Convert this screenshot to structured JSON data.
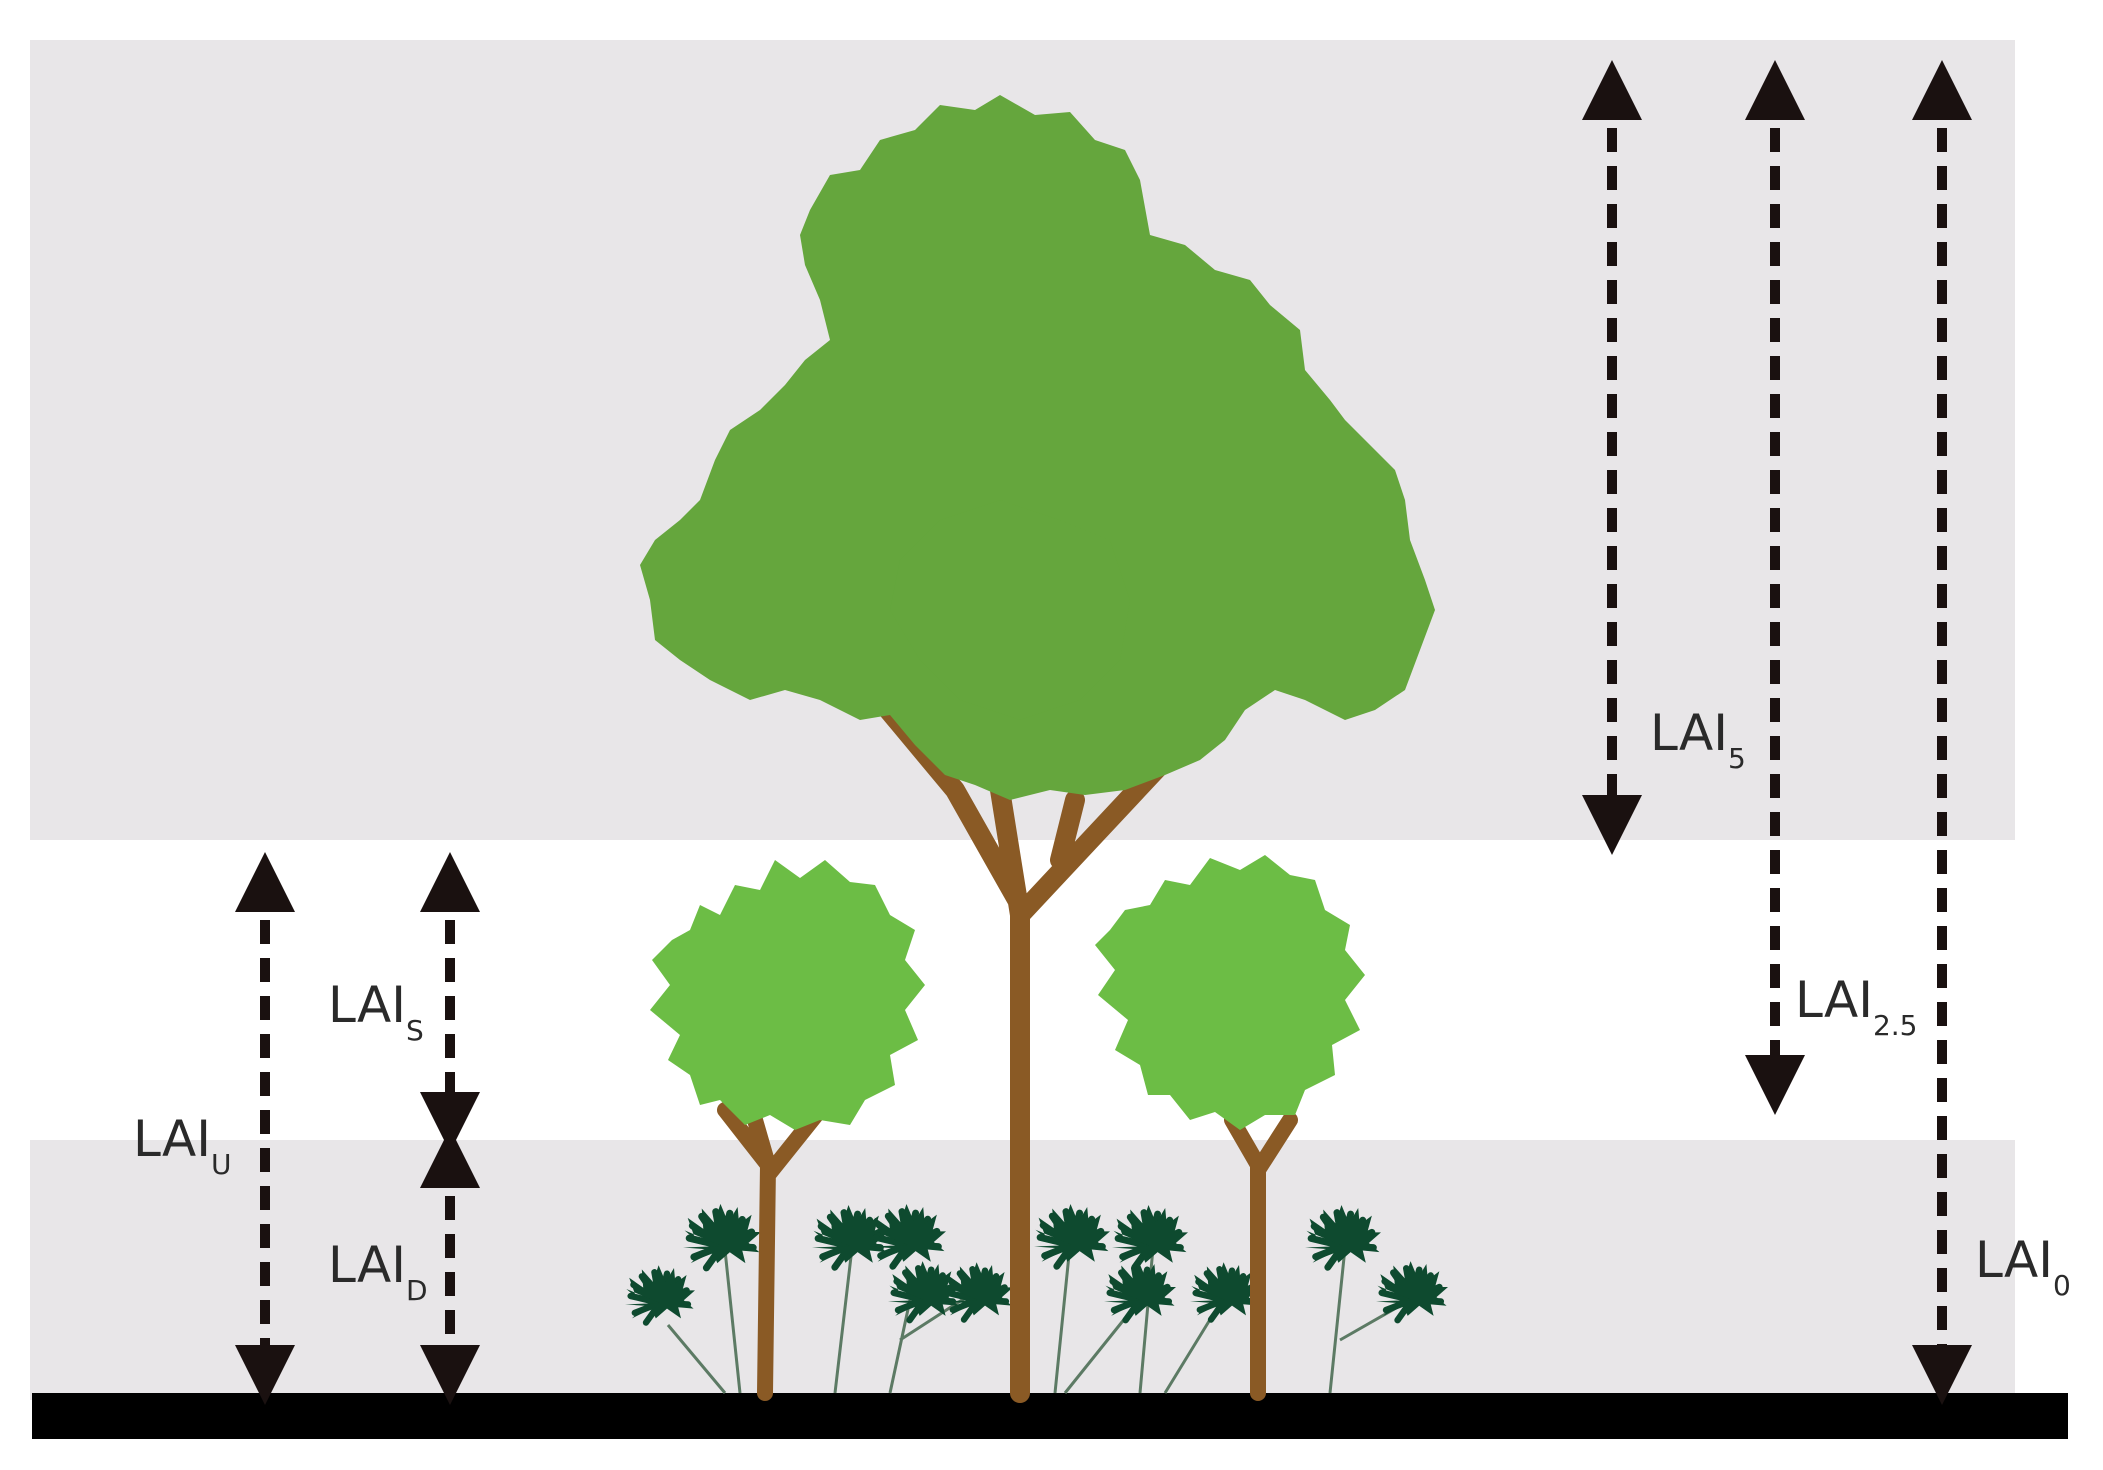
{
  "colors": {
    "background": "#ffffff",
    "layer_band": "#e8e6e8",
    "ground": "#000000",
    "arrow": "#1a1110",
    "canopy_dark": "#65a63d",
    "canopy_light": "#6cbd45",
    "trunk": "#8a5a25",
    "fern": "#0e4a2f",
    "label_text": "#2a2a2a"
  },
  "labels": {
    "lai_u": {
      "main": "LAI",
      "sub": "U"
    },
    "lai_s": {
      "main": "LAI",
      "sub": "S"
    },
    "lai_d": {
      "main": "LAI",
      "sub": "D"
    },
    "lai_5": {
      "main": "LAI",
      "sub": "5"
    },
    "lai_2_5": {
      "main": "LAI",
      "sub": "2.5"
    },
    "lai_0": {
      "main": "LAI",
      "sub": "0"
    }
  },
  "icons": {
    "ground": "ground-bar",
    "arrows": "double-headed-dashed-arrow",
    "vegetation": [
      "tall-tree",
      "small-tree",
      "fern"
    ]
  }
}
